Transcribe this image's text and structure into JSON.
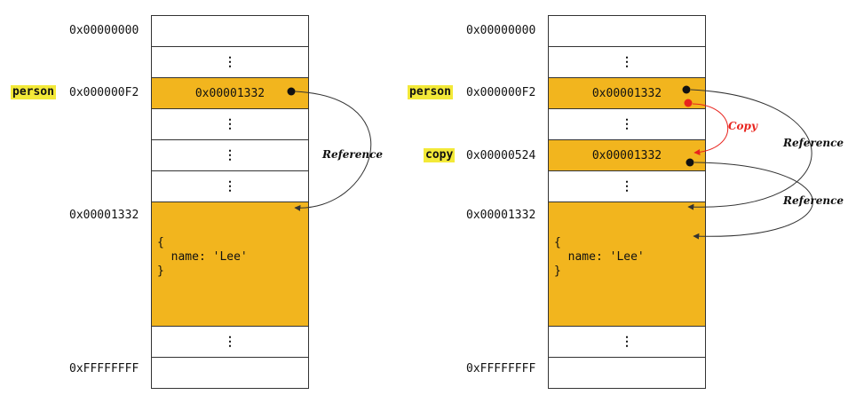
{
  "left_diagram": {
    "address_top": "0x00000000",
    "address_person": "0x000000F2",
    "address_object": "0x00001332",
    "address_bottom": "0xFFFFFFFF",
    "variable_person": "person",
    "person_value": "0x00001332",
    "dots": "⋮",
    "object_literal": "{\n  name: 'Lee'\n}",
    "reference_label": "Reference"
  },
  "right_diagram": {
    "address_top": "0x00000000",
    "address_person": "0x000000F2",
    "address_copy": "0x00000524",
    "address_object": "0x00001332",
    "address_bottom": "0xFFFFFFFF",
    "variable_person": "person",
    "variable_copy": "copy",
    "person_value": "0x00001332",
    "copy_value": "0x00001332",
    "dots": "⋮",
    "object_literal": "{\n  name: 'Lee'\n}",
    "copy_label": "Copy",
    "reference_label_1": "Reference",
    "reference_label_2": "Reference"
  },
  "colors": {
    "cell_fill": "#f2b51e",
    "variable_highlight": "#f3e938",
    "copy_arrow": "#e8231d",
    "reference_arrow": "#333333"
  }
}
